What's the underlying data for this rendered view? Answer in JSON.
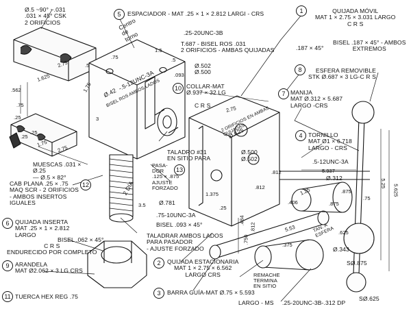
{
  "callouts": [
    {
      "n": "1",
      "t": "QUIJADA MÓVIL\nMAT 1 × 2.75 × 3.031 LARGO\nC R S"
    },
    {
      "n": "2",
      "t": "QUIJADA ESTACIONARIA\nMAT 1 × 2.75 × 6.562\nLARGO CRS"
    },
    {
      "n": "3",
      "t": "BARRA GUÍA-MAT Ø.75 × 5.593"
    },
    {
      "n": "4",
      "t": "TORNILLO\nMAT Ø1 × 6.718\nLARGO - CRS"
    },
    {
      "n": "5",
      "t": "ESPACIADOR - MAT .25 × 1 × 2.812 LARGI - CRS"
    },
    {
      "n": "6",
      "t": "QUIJADA INSERTA\nMAT .25 × 1 × 2.812\nLARGO"
    },
    {
      "n": "7",
      "t": "MANIJA\nMAT Ø.312 × 5.687\nLARGO -CRS"
    },
    {
      "n": "8",
      "t": "ESFERA REMOVIBLE\nSTK Ø.687 × 3 LG-C R S"
    },
    {
      "n": "9",
      "t": "ARANDELA\nMAT Ø2.062 × 3 LG CRS"
    },
    {
      "n": "10",
      "t": "COLLAR-MAT\nØ.937 × 32 LG"
    },
    {
      "n": "11",
      "t": "TUERCA HEX REG .75"
    },
    {
      "n": "12",
      "t": "CAB PLANA .25 × .75\nMAQ SCR - 2 ORIFICIOS\n- AMBOS INSERTOS\nIGUALES"
    },
    {
      "n": "13",
      "t": "TALADRAR AMBOS LADOS\nPARA PASADOR\n- AJUSTE FORZADO"
    }
  ],
  "notes": {
    "top_left": "Ø.5 ~90° ~.031\n.031 × 45° CSK\n2 ORIFICIOS",
    "centro_torno": "Centro\nde\ntorno",
    "unc_3b": ".25-20UNC-3B",
    "bisel_ros": "T.687 - BISEL ROS .031\n2 ORIFICIOS - AMBAS QUIJADAS",
    "bisel_187": "BISEL .187 × 45° - AMBOS\nEXTREMOS",
    "d187": ".187 × 45°",
    "d502": "Ø.502\nØ.500",
    "crs_mid": "C R S",
    "muescas": "MUESCAS .031 ×\nØ.25\n— Ø.5 × 82°",
    "crs_end": "C R S\nENDURECIDO POR COMPLETO",
    "bisel_062": "BISEL .062 × 45°",
    "taladro31": "TALADRO #31\nEN SITIO PARA",
    "pasador": "PASA-\nDOR\n.125 × .875\nAJUSTE\nFORZADO",
    "unc10": ".75-10UNC-3A",
    "bisel093": "BISEL .093 × 45°",
    "unc3a": ".5-12UNC-3A",
    "diam_312": "Ø.312",
    "remache": "REMACHE\nTERMINA\nEN SITIO",
    "largo_ms": "LARGO - MS",
    "unc_dp": ".25-20UNC-3B-.312 DP",
    "s625": "SØ.625",
    "s875": "SØ.875",
    "d343": "Ø.343",
    "dia781": "Ø.781",
    "tan_esfera": "TAN. A\nESFERA",
    "d_42": "Ø.42",
    "d_5_12": "-.5-12UNC-3A",
    "bisel_ros_ambos": "BISEL ROS AMBOS LADOS",
    "dos_orif": "2 ORIFICIOS EN AMBAS\nQUIJADAS",
    "d625": "Ø.625",
    "d500": "Ø.500",
    "d502b": "Ø.502",
    "dia_tag": "2 DIA"
  },
  "dims": [
    "2.75",
    "1.625",
    ".562",
    ".75",
    ".25",
    "1.75",
    "2.75",
    ".75",
    "3",
    ".5",
    "1.5",
    ".5",
    "1.75",
    ".093",
    ".812",
    ".812",
    "2.75",
    ".875",
    "5.937",
    "5.25",
    "5.625",
    ".75",
    ".484",
    ".812",
    ".750",
    "5.53",
    "1.25",
    ".875",
    ".25",
    "3.5",
    ".406",
    ".375",
    ".625",
    ".25",
    "1.375",
    ".25"
  ]
}
